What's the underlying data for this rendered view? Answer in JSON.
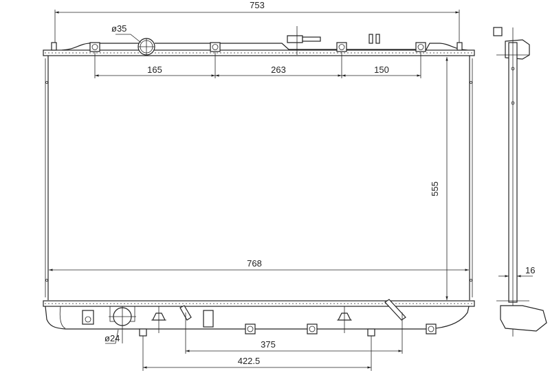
{
  "drawing": {
    "title": "Radiator technical drawing",
    "dimensions": {
      "overall_top_width": "753",
      "inlet_diameter": "ø35",
      "bracket_spacing_1": "165",
      "bracket_spacing_2": "263",
      "bracket_spacing_3": "150",
      "core_height": "555",
      "core_width": "768",
      "core_thickness": "16",
      "outlet_diameter": "ø24",
      "bottom_spacing_1": "375",
      "bottom_spacing_2": "422.5"
    },
    "line_color": "#222222"
  }
}
